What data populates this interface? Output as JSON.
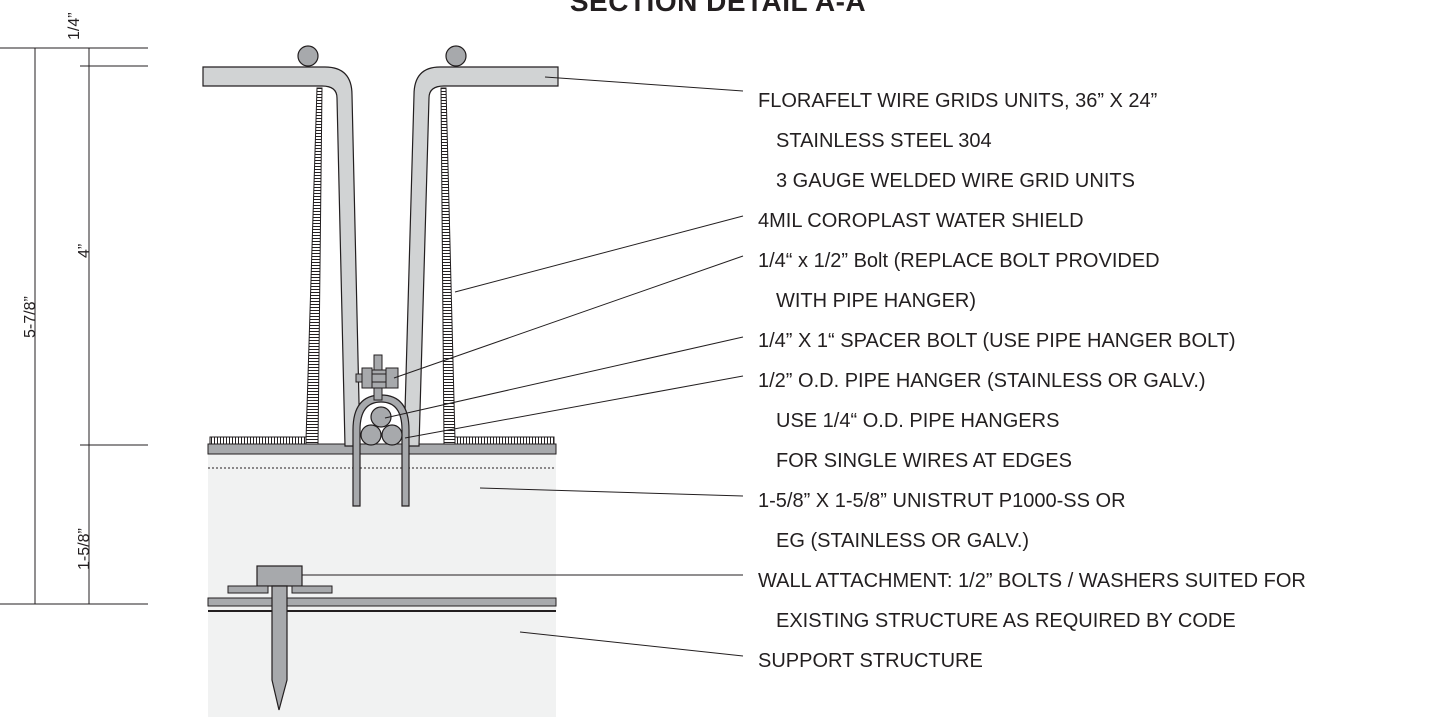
{
  "title": "SECTION DETAIL A-A",
  "dimensions": {
    "top": "1/4”",
    "overall": "5-7/8”",
    "grid": "4”",
    "strut": "1-5/8”"
  },
  "callouts": [
    "FLORAFELT WIRE GRIDS UNITS, 36” X 24”",
    "STAINLESS STEEL 304",
    "3 GAUGE WELDED WIRE GRID UNITS",
    "4MIL COROPLAST WATER SHIELD",
    "1/4“ x 1/2” Bolt (REPLACE BOLT PROVIDED",
    "WITH PIPE HANGER)",
    "1/4” X 1“ SPACER BOLT (USE PIPE HANGER BOLT)",
    "1/2” O.D. PIPE HANGER (STAINLESS OR GALV.)",
    "USE 1/4“ O.D. PIPE HANGERS",
    "FOR SINGLE WIRES AT EDGES",
    "1-5/8” X 1-5/8” UNISTRUT P1000-SS OR",
    "EG (STAINLESS OR GALV.)",
    "WALL ATTACHMENT: 1/2” BOLTS / WASHERS SUITED FOR",
    "EXISTING STRUCTURE AS REQUIRED BY CODE",
    "SUPPORT STRUCTURE"
  ],
  "colors": {
    "line": "#231f20",
    "metal": "#a7a9ac",
    "wire_fill": "#d1d3d4",
    "structure": "#f1f2f2"
  }
}
